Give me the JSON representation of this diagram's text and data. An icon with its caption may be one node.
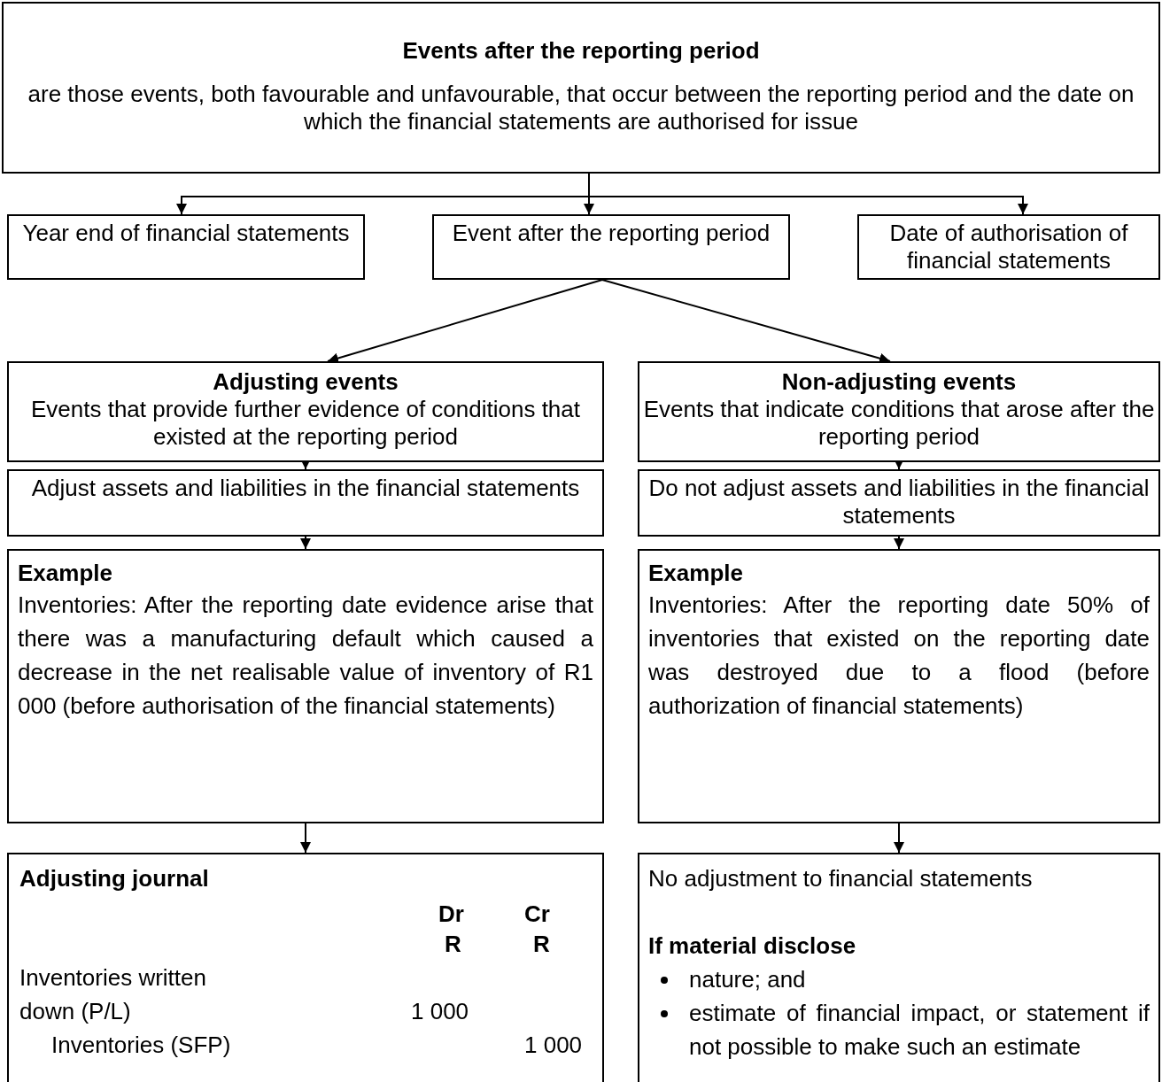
{
  "diagram": {
    "nodes": [
      {
        "text": [
          "Events after the reporting period",
          "are those events, both favourable and unfavourable, that occur between the reporting period and the date on which the financial statements are authorised for issue"
        ]
      },
      {
        "text": [
          "Year end of financial statements"
        ]
      },
      {
        "text": [
          "Event after the reporting period"
        ]
      },
      {
        "text": [
          "Date of authorisation of financial statements"
        ]
      },
      {
        "text": [
          "Adjusting events",
          "Events that provide further evidence of conditions that existed at the reporting period"
        ]
      },
      {
        "text": [
          "Non-adjusting events",
          "Events that indicate conditions that arose after the reporting period"
        ]
      },
      {
        "text": [
          "Adjust assets and liabilities in the financial statements"
        ]
      },
      {
        "text": [
          "Do not adjust assets and liabilities in the financial statements"
        ]
      },
      {
        "text": [
          "Example",
          "Inventories: After the reporting date evidence arise that there was a manufacturing default which caused a decrease in the net realisable value of inventory of R1 000 (before authorisation of the financial statements)"
        ]
      },
      {
        "text": [
          "Example",
          "Inventories: After the reporting date 50% of inventories that existed on the reporting date was destroyed due to a flood (before authorization of financial statements)"
        ]
      },
      {
        "text": [
          "Adjusting journal",
          "Dr",
          "Cr",
          "R",
          "R",
          "Inventories written down (P/L)",
          "1 000",
          "Inventories (SFP)",
          "1 000"
        ]
      },
      {
        "text": [
          "No adjustment to financial statements",
          "If material disclose",
          "nature; and",
          "estimate of financial impact, or statement if not possible to make such an estimate"
        ]
      }
    ],
    "edges": [
      {
        "from": 0,
        "to": 1,
        "arrow": "to"
      },
      {
        "from": 0,
        "to": 2,
        "arrow": "to"
      },
      {
        "from": 0,
        "to": 3,
        "arrow": "to"
      },
      {
        "from": 2,
        "to": 4,
        "arrow": "to"
      },
      {
        "from": 2,
        "to": 5,
        "arrow": "to"
      },
      {
        "from": 4,
        "to": 6,
        "arrow": "to"
      },
      {
        "from": 5,
        "to": 7,
        "arrow": "to"
      },
      {
        "from": 6,
        "to": 8,
        "arrow": "to"
      },
      {
        "from": 7,
        "to": 9,
        "arrow": "to"
      },
      {
        "from": 8,
        "to": 10,
        "arrow": "to"
      },
      {
        "from": 9,
        "to": 11,
        "arrow": "to"
      }
    ]
  }
}
